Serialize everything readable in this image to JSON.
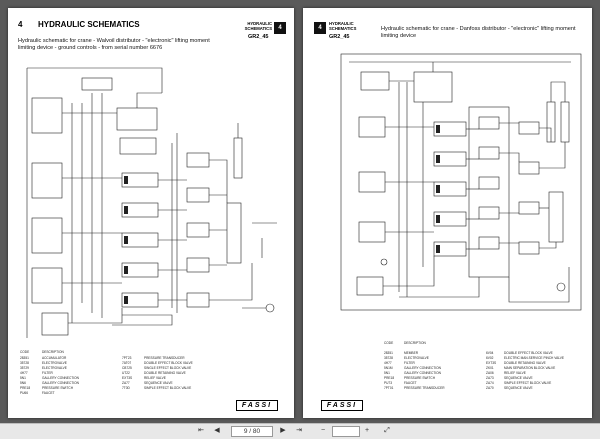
{
  "left_page": {
    "section_number": "4",
    "title": "HYDRAULIC SCHEMATICS",
    "section_label_line1": "HYDRAULIC",
    "section_label_line2": "SCHEMATICS",
    "section_tab": "4",
    "section_code": "GR2_45",
    "caption": "Hydraulic schematic for crane - Walvoil distributor - \"electronic\" lifting moment limiting device - ground controls - from serial number 6676",
    "legend_headers": [
      "CODE",
      "DESCRIPTION",
      "",
      ""
    ],
    "legend_rows": [
      [
        "28351",
        "ACCUMULATOR",
        "7PT23",
        "PRESSURE TRANSDUCER"
      ],
      [
        "35728",
        "ELECTROVALVE",
        "7AT07",
        "DOUBLE EFFECT BLOCK VALVE"
      ],
      [
        "35729",
        "ELECTROVALVE",
        "CB725",
        "SINGLE EFFECT BLOCK VALVE"
      ],
      [
        "4H77",
        "FILTER",
        "UT22",
        "DOUBLE RETAINING VALVE"
      ],
      [
        "5N1",
        "GALLERY CONNECTION",
        "EXT3S",
        "RELIEF VALVE"
      ],
      [
        "5N6",
        "GALLERY CONNECTION",
        "ZA77",
        "SEQUENCE VALVE"
      ],
      [
        "PRE18",
        "PRESSURE SWITCH",
        "7T0D",
        "SIMPLE EFFECT BLOCK VALVE"
      ],
      [
        "PU66",
        "FAUCET",
        "",
        ""
      ]
    ],
    "logo_text": "FASSI"
  },
  "right_page": {
    "section_tab": "4",
    "section_label_line1": "HYDRAULIC",
    "section_label_line2": "SCHEMATICS",
    "section_code": "GR2_45",
    "caption": "Hydraulic schematic for crane - Danfoss distributor - \"electronic\" lifting moment limiting device",
    "legend_headers": [
      "CODE",
      "DESCRIPTION",
      "",
      ""
    ],
    "legend_rows": [
      [
        "28351",
        "MEMBER",
        "6V04",
        "DOUBLE EFFECT BLOCK VALVE"
      ],
      [
        "35728",
        "ELECTROVALVE",
        "6V02",
        "ELECTRIC MAN.SERVICE PINCH VALVE"
      ],
      [
        "4H77",
        "FILTER",
        "EXT3S",
        "DOUBLE RETAINING VALVE"
      ],
      [
        "5N1M",
        "GALLERY CONNECTION",
        "ZK01",
        "MAIN SEPARATION BLOCK VALVE"
      ],
      [
        "5N1",
        "GALLERY CONNECTION",
        "ZA06",
        "RELIEF VALVE"
      ],
      [
        "PRE18",
        "PRESSURE SWITCH",
        "ZA73",
        "SEQUENCE VALVE"
      ],
      [
        "PU73",
        "FAUCET",
        "ZA74",
        "SIMPLE EFFECT BLOCK VALVE"
      ],
      [
        "7PT01",
        "PRESSURE TRANSDUCER",
        "ZA70",
        "SEQUENCE VALVE"
      ]
    ],
    "logo_text": "FASSI"
  },
  "toolbar": {
    "first_label": "⇤",
    "prev_label": "◀",
    "page_value": "9 / 80",
    "next_label": "▶",
    "last_label": "⇥",
    "zoom_out_label": "−",
    "zoom_value": "",
    "zoom_in_label": "+",
    "fit_label": "⤢"
  },
  "colors": {
    "viewer_bg": "#5a5a5a",
    "page_bg": "#ffffff",
    "ink": "#111111",
    "toolbar_bg": "#e8e8e8"
  }
}
